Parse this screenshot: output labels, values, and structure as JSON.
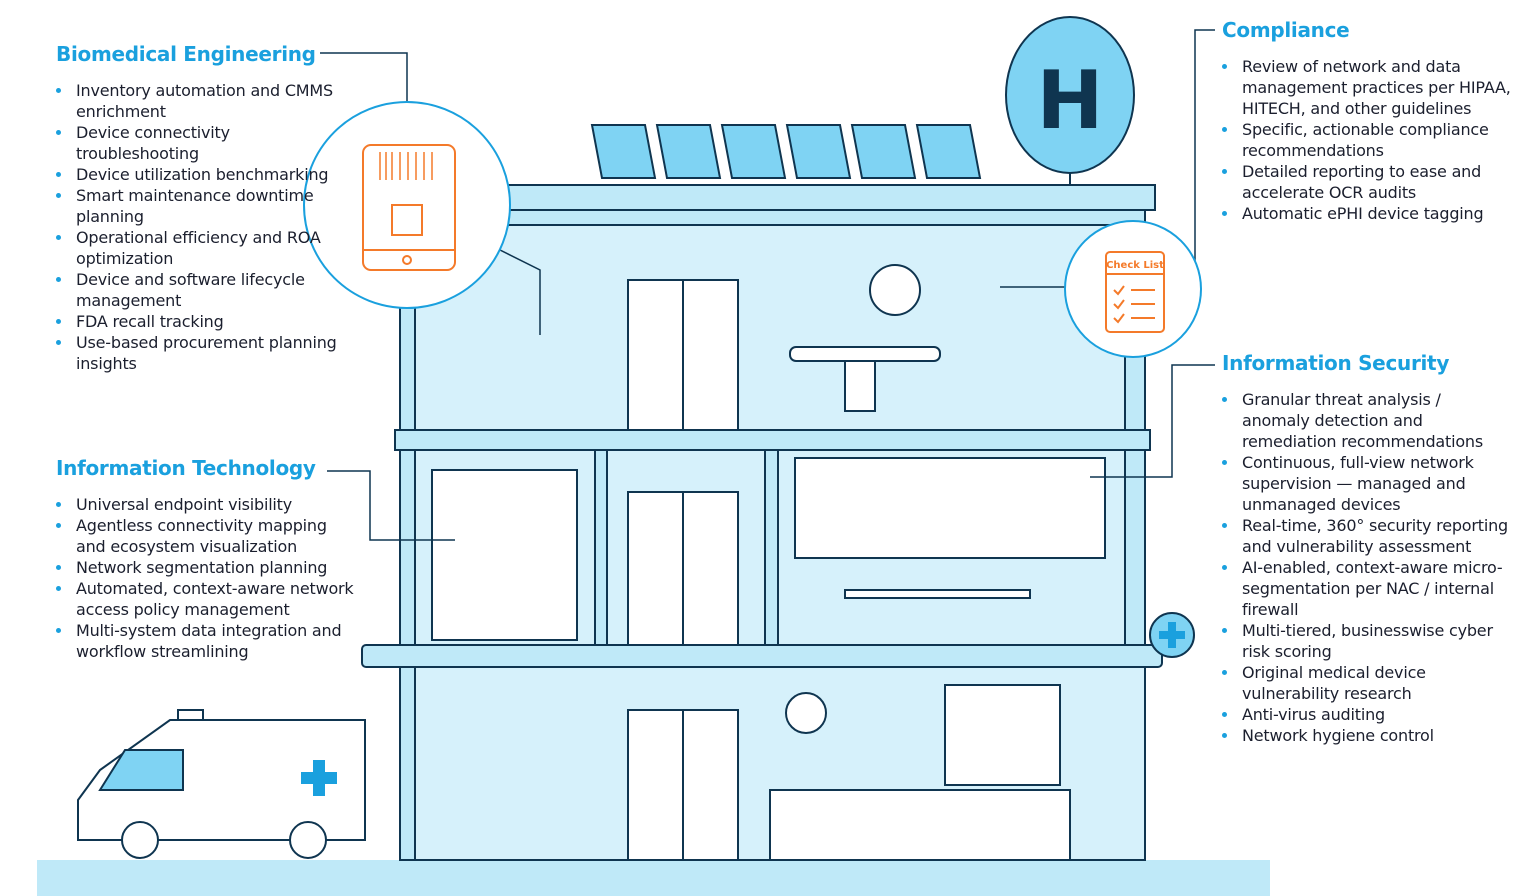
{
  "biomedical": {
    "title": "Biomedical Engineering",
    "items": [
      "Inventory automation and CMMS enrichment",
      "Device connectivity troubleshooting",
      "Device utilization benchmarking",
      "Smart maintenance downtime planning",
      "Operational efficiency and ROA optimization",
      "Device and software lifecycle management",
      "FDA recall tracking",
      "Use-based procurement planning insights"
    ]
  },
  "it": {
    "title": "Information Technology",
    "items": [
      "Universal endpoint visibility",
      "Agentless connectivity mapping and ecosystem visualization",
      "Network segmentation planning",
      "Automated, context-aware network access policy management",
      "Multi-system data integration and workflow streamlining"
    ]
  },
  "compliance": {
    "title": "Compliance",
    "items": [
      "Review of network and data management practices per HIPAA, HITECH, and other guidelines",
      "Specific, actionable compliance recommendations",
      "Detailed reporting to ease and accelerate OCR audits",
      "Automatic ePHI device tagging"
    ]
  },
  "security": {
    "title": "Information Security",
    "items": [
      "Granular threat analysis / anomaly detection and remediation recommendations",
      "Continuous, full-view network supervision — managed and unmanaged devices",
      "Real-time, 360° security reporting and vulnerability assessment",
      "AI-enabled, context-aware micro-segmentation per NAC / internal firewall",
      "Multi-tiered, businesswise cyber risk scoring",
      "Original medical device vulnerability research",
      "Anti-virus auditing",
      "Network hygiene control"
    ]
  },
  "illustration": {
    "checklist_label": "Check List",
    "hospital_sign": "H"
  },
  "colors": {
    "accent": "#1aa0de",
    "building": "#bfe9f8",
    "line": "#0f3550",
    "orange": "#f47a2a"
  }
}
